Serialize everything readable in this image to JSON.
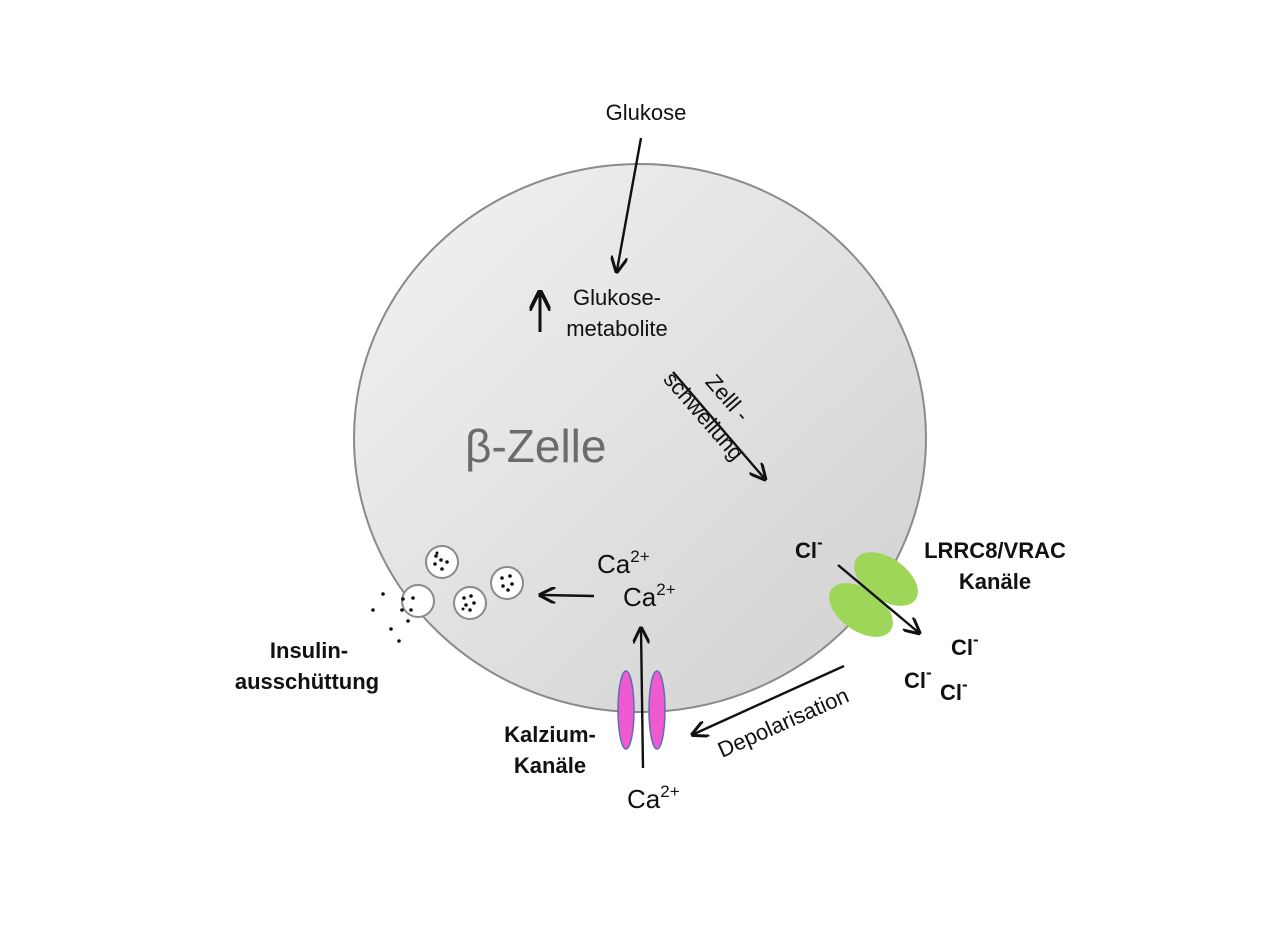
{
  "labels": {
    "glucose": "Glukose",
    "metabolites_line1": "Glukose-",
    "metabolites_line2": "metabolite",
    "cell": "β-Zelle",
    "swelling_line1": "Zelll -",
    "swelling_line2": "schwellung",
    "chloride_ion": "Cl",
    "chloride_charge": "-",
    "vrac_line1": "LRRC8/VRAC",
    "vrac_line2": "Kanäle",
    "calcium_ion": "Ca",
    "calcium_charge": "2+",
    "insulin_line1": "Insulin-",
    "insulin_line2": "ausschüttung",
    "calcium_channels_line1": "Kalzium-",
    "calcium_channels_line2": "Kanäle",
    "depolarisation": "Depolarisation"
  },
  "colors": {
    "cell_fill_light": "#f2f2f2",
    "cell_fill_dark": "#d2d2d2",
    "cell_stroke": "#8a8a8a",
    "vrac_channel": "#9ed65a",
    "calcium_channel": "#f05ad0",
    "calcium_channel_stroke": "#5b6fb0",
    "arrow": "#111111",
    "cell_label": "#6b6b6b"
  }
}
